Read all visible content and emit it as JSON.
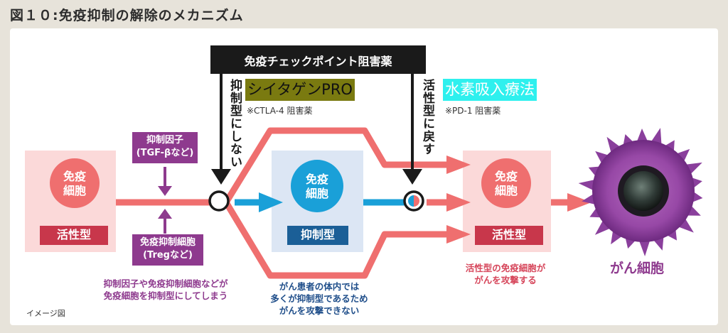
{
  "figure": {
    "title": "図１０:免疫抑制の解除のメカニズム"
  },
  "checkpoint": {
    "label": "免疫チェックポイント阻害薬"
  },
  "left_arrow": {
    "label": "抑制型にしない"
  },
  "right_arrow": {
    "label": "活性型に戻す"
  },
  "highlight_left": {
    "text": "シイタゲンPRO",
    "color": "#7a7a10"
  },
  "highlight_right": {
    "text": "水素吸入療法",
    "color": "#2ef0ee"
  },
  "note_ctla4": "※CTLA-4 阻害薬",
  "note_pd1": "※PD-1 阻害薬",
  "factor_top": {
    "line1": "抑制因子",
    "line2": "(TGF-βなど)"
  },
  "factor_bottom": {
    "line1": "免疫抑制細胞",
    "line2": "(Tregなど)"
  },
  "cell_left": {
    "line1": "免疫",
    "line2": "細胞",
    "badge": "活性型"
  },
  "cell_mid": {
    "line1": "免疫",
    "line2": "細胞",
    "badge": "抑制型"
  },
  "cell_right": {
    "line1": "免疫",
    "line2": "細胞",
    "badge": "活性型"
  },
  "cancer": {
    "label": "がん細胞"
  },
  "captions": {
    "left_1": "抑制因子や免疫抑制細胞などが",
    "left_2": "免疫細胞を抑制型にしてしまう",
    "mid_1": "がん患者の体内では",
    "mid_2": "多くが抑制型であるため",
    "mid_3": "がんを攻撃できない",
    "right_1": "活性型の免疫細胞が",
    "right_2": "がんを攻撃する"
  },
  "image_note": "イメージ図",
  "colors": {
    "pink": "#ef6f6f",
    "pink_light": "#fbd9d9",
    "blue": "#1aa0d8",
    "blue_light": "#dce6f4",
    "blue_dark": "#1b5f97",
    "purple": "#8e3a8e",
    "black": "#1a1a1a"
  }
}
